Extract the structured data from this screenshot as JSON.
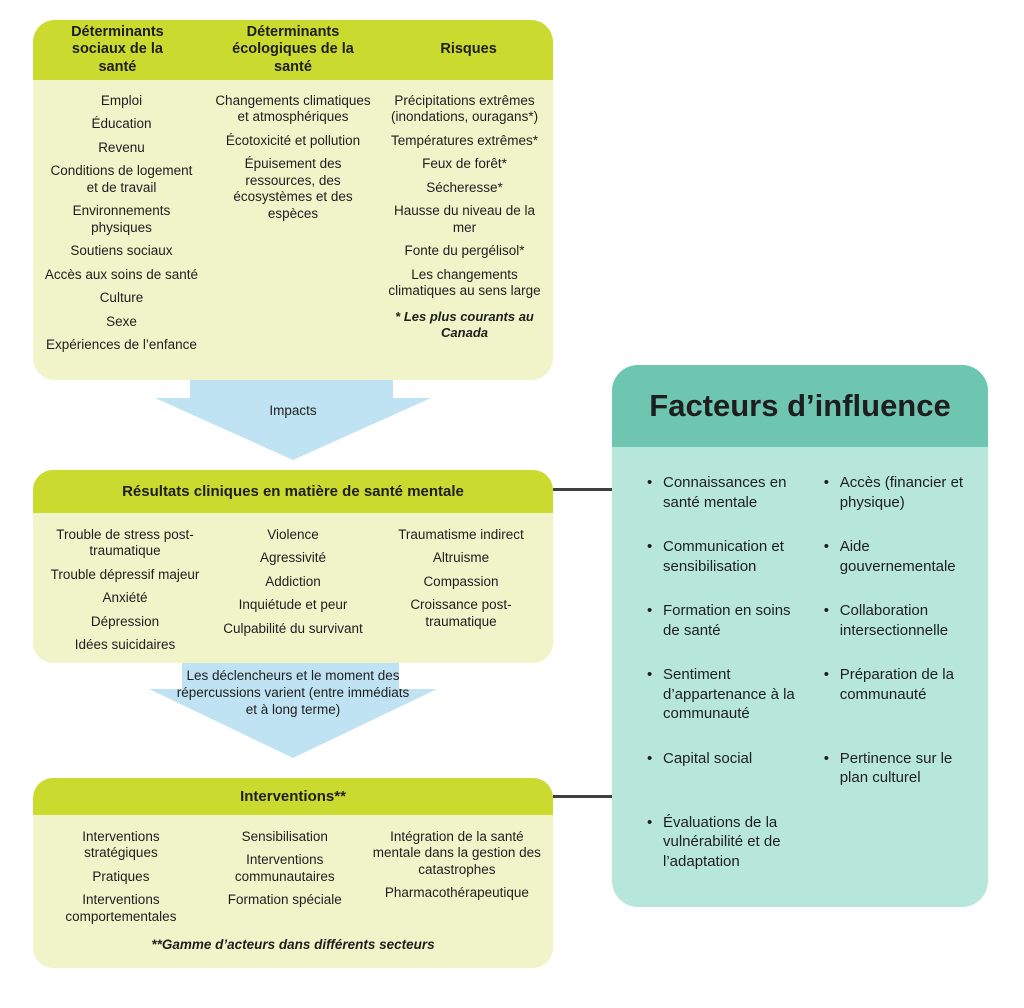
{
  "colors": {
    "header_green": "#cbda2e",
    "body_green": "#f1f4c9",
    "arrow_blue": "#bfe3f2",
    "teal_header": "#6ec5b0",
    "teal_body": "#b7e7da",
    "text": "#1e1e1e",
    "connector": "#3f3f3f"
  },
  "determinants": {
    "columns": [
      {
        "header": "Déterminants sociaux de la santé",
        "items": [
          "Emploi",
          "Éducation",
          "Revenu",
          "Conditions de logement et de travail",
          "Environnements physiques",
          "Soutiens sociaux",
          "Accès aux soins de santé",
          "Culture",
          "Sexe",
          "Expériences de l’enfance"
        ]
      },
      {
        "header": "Déterminants écologiques de la santé",
        "items": [
          "Changements climatiques et atmosphériques",
          "Écotoxicité et pollution",
          "Épuisement des ressources, des écosystèmes et des espèces"
        ]
      },
      {
        "header": "Risques",
        "items": [
          "Précipitations extrêmes (inondations, ouragans*)",
          "Températures extrêmes*",
          "Feux de forêt*",
          "Sécheresse*",
          "Hausse du niveau de la mer",
          "Fonte du pergélisol*",
          "Les changements climatiques au sens large"
        ],
        "footnote": "* Les plus courants au Canada"
      }
    ]
  },
  "arrows": {
    "impacts": "Impacts",
    "triggers": "Les déclencheurs et le moment des répercussions varient (entre immédiats et à long terme)"
  },
  "clinical": {
    "title": "Résultats cliniques en matière de santé mentale",
    "columns": [
      [
        "Trouble de stress post-traumatique",
        "Trouble dépressif majeur",
        "Anxiété",
        "Dépression",
        "Idées suicidaires"
      ],
      [
        "Violence",
        "Agressivité",
        "Addiction",
        "Inquiétude et peur",
        "Culpabilité du survivant"
      ],
      [
        "Traumatisme indirect",
        "Altruisme",
        "Compassion",
        "Croissance post-traumatique"
      ]
    ]
  },
  "interventions": {
    "title": "Interventions**",
    "columns": [
      [
        "Interventions stratégiques",
        "Pratiques",
        "Interventions comportementales"
      ],
      [
        "Sensibilisation",
        "Interventions communautaires",
        "Formation spéciale"
      ],
      [
        "Intégration de la santé mentale dans la gestion des catastrophes",
        "Pharmacothérapeutique"
      ]
    ],
    "footnote": "**Gamme d’acteurs dans différents secteurs"
  },
  "influence": {
    "title": "Facteurs d’influence",
    "left": [
      "Connaissances en santé mentale",
      "Communication et sensibilisation",
      "Formation en soins de santé",
      "Sentiment d’appartenance à la communauté",
      "Capital social",
      "Évaluations de la vulnérabilité et de l’adaptation"
    ],
    "right": [
      "Accès (financier et physique)",
      "Aide gouvernementale",
      "Collaboration intersectionnelle",
      "Préparation de la communauté",
      "Pertinence sur le plan culturel"
    ]
  }
}
